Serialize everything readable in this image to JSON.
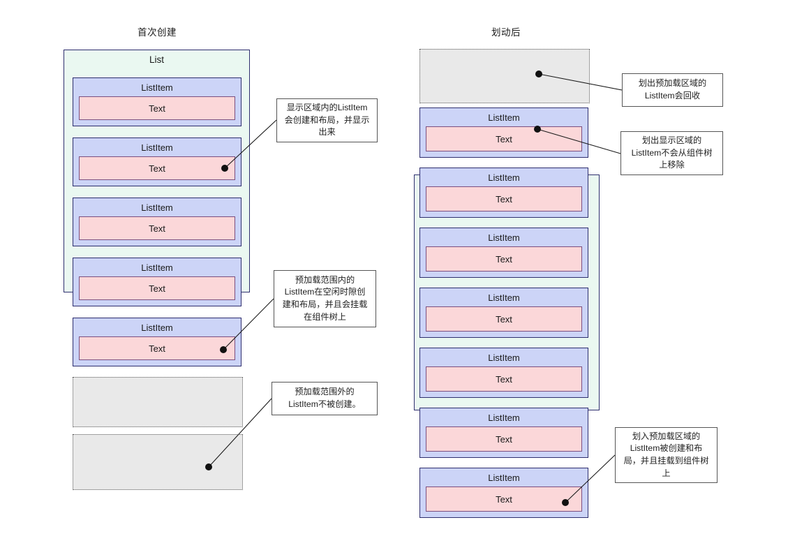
{
  "columns": {
    "left": {
      "title": "首次创建"
    },
    "right": {
      "title": "划动后"
    }
  },
  "labels": {
    "list": "List",
    "list_item": "ListItem",
    "text": "Text"
  },
  "left_column": {
    "list_container_label": "List",
    "items": [
      {
        "label": "ListItem",
        "text": "Text"
      },
      {
        "label": "ListItem",
        "text": "Text"
      },
      {
        "label": "ListItem",
        "text": "Text"
      },
      {
        "label": "ListItem",
        "text": "Text"
      },
      {
        "label": "ListItem",
        "text": "Text"
      }
    ],
    "ghosts": [
      {
        "label": ""
      },
      {
        "label": ""
      }
    ]
  },
  "right_column": {
    "ghosts_top": [
      {
        "label": ""
      }
    ],
    "items": [
      {
        "label": "ListItem",
        "text": "Text"
      },
      {
        "label": "ListItem",
        "text": "Text"
      },
      {
        "label": "ListItem",
        "text": "Text"
      },
      {
        "label": "ListItem",
        "text": "Text"
      },
      {
        "label": "ListItem",
        "text": "Text"
      },
      {
        "label": "ListItem",
        "text": "Text"
      },
      {
        "label": "ListItem",
        "text": "Text"
      }
    ]
  },
  "annotations": [
    {
      "id": "visible-area",
      "text": "显示区域内的ListItem\n会创建和布局，并显示\n出来"
    },
    {
      "id": "preload-inside",
      "text": "预加载范围内的\nListItem在空闲时隙创\n建和布局，并且会挂载\n在组件树上"
    },
    {
      "id": "preload-outside",
      "text": "预加载范围外的\nListItem不被创建。"
    },
    {
      "id": "scroll-out-preload",
      "text": "划出预加载区域的\nListItem会回收"
    },
    {
      "id": "scroll-out-visible",
      "text": "划出显示区域的\nListItem不会从组件树\n上移除"
    },
    {
      "id": "scroll-in-preload",
      "text": "划入预加载区域的\nListItem被创建和布\n局，并且挂载到组件树\n上"
    }
  ],
  "colors": {
    "list_container_bg": "#eaf8f1",
    "list_item_bg": "#ccd4f7",
    "text_bg": "#fbd7d9",
    "border_navy": "#2e2e6e",
    "border_purple": "#7b4f7f",
    "ghost_bg": "#e9e9e9",
    "ghost_border": "#5a5a5a",
    "callout_border": "#555555",
    "leader_line": "#1a1a1a"
  }
}
